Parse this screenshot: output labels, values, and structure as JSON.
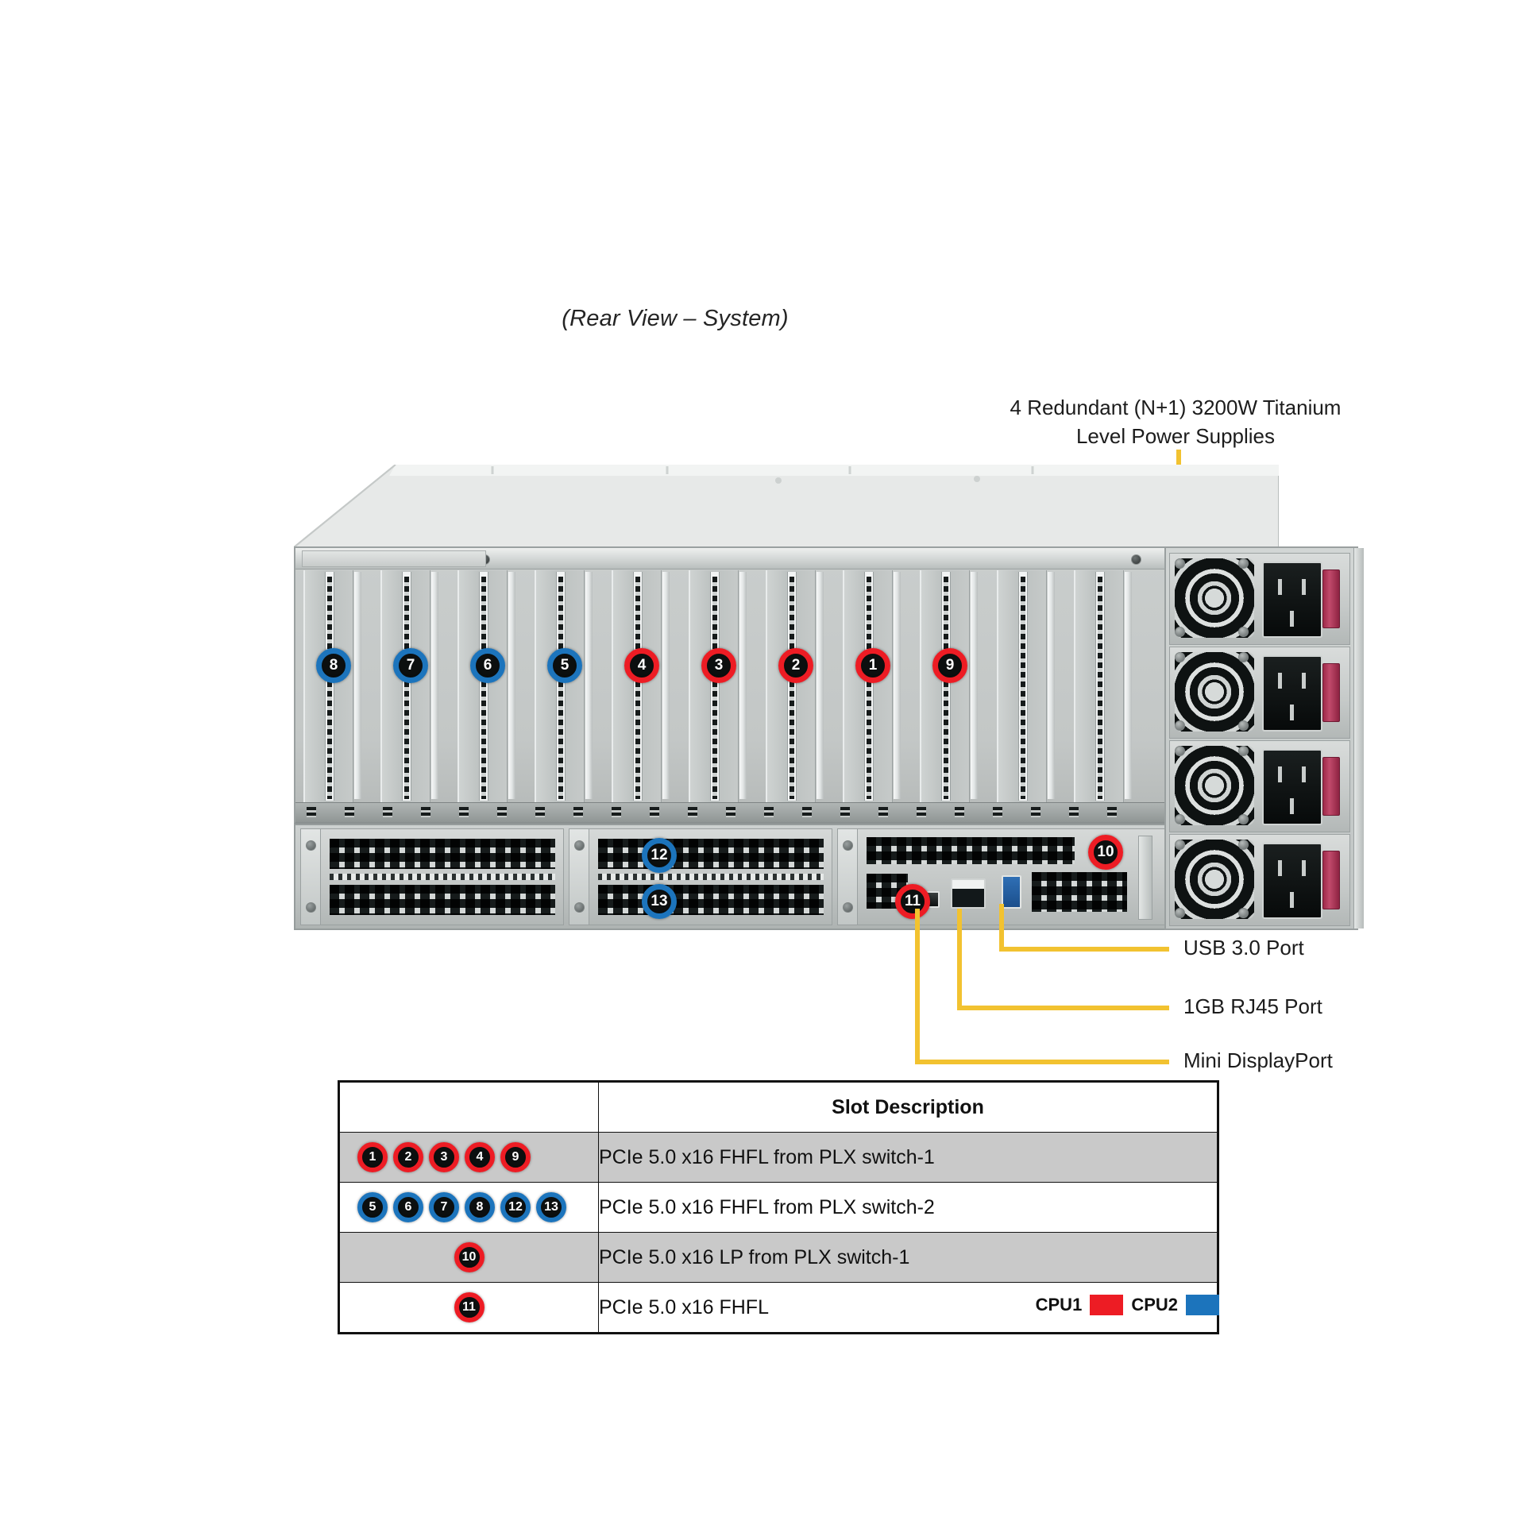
{
  "title": "(Rear View – System)",
  "psu_callout": {
    "line1": "4 Redundant (N+1) 3200W Titanium",
    "line2": "Level Power Supplies",
    "count": 4
  },
  "io_callouts": [
    {
      "label": "USB 3.0 Port",
      "port": "usb-3-0-port"
    },
    {
      "label": "1GB RJ45 Port",
      "port": "rj45-port"
    },
    {
      "label": "Mini DisplayPort",
      "port": "mini-displayport"
    }
  ],
  "chassis": {
    "pcie_slot_badges": [
      {
        "num": "8",
        "cpu": "cpu2"
      },
      {
        "num": "7",
        "cpu": "cpu2"
      },
      {
        "num": "6",
        "cpu": "cpu2"
      },
      {
        "num": "5",
        "cpu": "cpu2"
      },
      {
        "num": "4",
        "cpu": "cpu1"
      },
      {
        "num": "3",
        "cpu": "cpu1"
      },
      {
        "num": "2",
        "cpu": "cpu1"
      },
      {
        "num": "1",
        "cpu": "cpu1"
      },
      {
        "num": "9",
        "cpu": "cpu1"
      }
    ],
    "lower_badges": [
      {
        "num": "12",
        "cpu": "cpu2"
      },
      {
        "num": "13",
        "cpu": "cpu2"
      },
      {
        "num": "11",
        "cpu": "cpu1"
      },
      {
        "num": "10",
        "cpu": "cpu1"
      }
    ]
  },
  "table": {
    "header_blank": "",
    "header_description": "Slot Description",
    "rows": [
      {
        "badges": [
          {
            "num": "1",
            "cpu": "cpu1"
          },
          {
            "num": "2",
            "cpu": "cpu1"
          },
          {
            "num": "3",
            "cpu": "cpu1"
          },
          {
            "num": "4",
            "cpu": "cpu1"
          },
          {
            "num": "9",
            "cpu": "cpu1"
          }
        ],
        "align": "left",
        "shade": "gray",
        "description": "PCIe 5.0 x16 FHFL from PLX switch-1"
      },
      {
        "badges": [
          {
            "num": "5",
            "cpu": "cpu2"
          },
          {
            "num": "6",
            "cpu": "cpu2"
          },
          {
            "num": "7",
            "cpu": "cpu2"
          },
          {
            "num": "8",
            "cpu": "cpu2"
          },
          {
            "num": "12",
            "cpu": "cpu2"
          },
          {
            "num": "13",
            "cpu": "cpu2"
          }
        ],
        "align": "left",
        "shade": "white",
        "description": "PCIe 5.0 x16 FHFL from PLX switch-2"
      },
      {
        "badges": [
          {
            "num": "10",
            "cpu": "cpu1"
          }
        ],
        "align": "center",
        "shade": "gray",
        "description": "PCIe 5.0 x16 LP from PLX switch-1"
      },
      {
        "badges": [
          {
            "num": "11",
            "cpu": "cpu1"
          }
        ],
        "align": "center",
        "shade": "white",
        "description": "PCIe 5.0 x16 FHFL"
      }
    ]
  },
  "legend": {
    "cpu1_label": "CPU1",
    "cpu2_label": "CPU2",
    "cpu1_color": "#ED1C24",
    "cpu2_color": "#1C74BC"
  },
  "colors": {
    "callout_yellow": "#F2C230",
    "chassis_gray": "#c3c7c6",
    "psu_handle": "#a93351"
  }
}
